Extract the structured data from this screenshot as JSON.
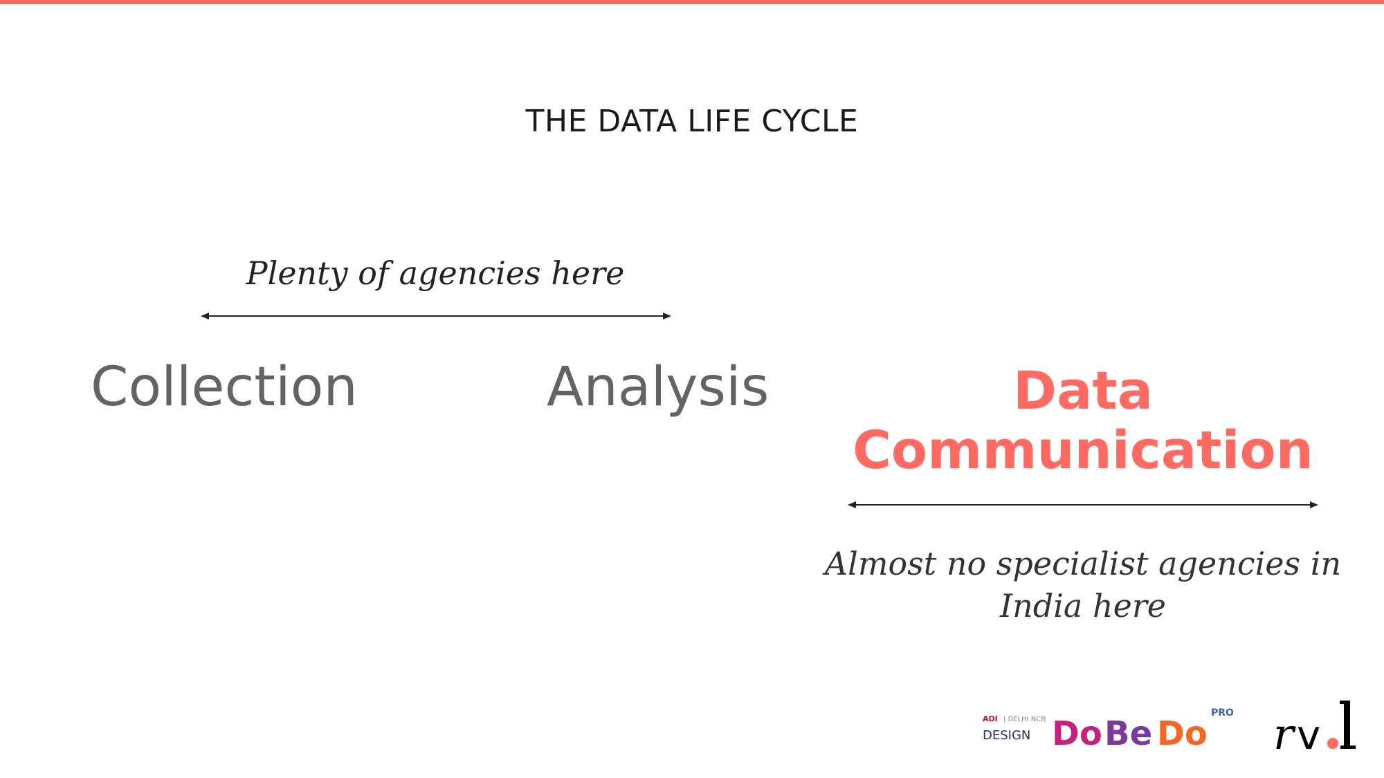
{
  "slide": {
    "title": "THE DATA LIFE CYCLE",
    "top_note": "Plenty of agencies here",
    "stages": [
      "Collection",
      "Analysis",
      "Data Communication"
    ],
    "bottom_note": "Almost no specialist agencies in India here",
    "accent_color": "#ff6b63"
  },
  "logos": {
    "dobedo": {
      "prefix_small": "ADI | DELHI NCR",
      "prefix_big": "DESIGN",
      "word1": "Do",
      "word2": "Be",
      "word3": "Do",
      "badge": "PRO"
    },
    "rvl": "rv.l"
  }
}
